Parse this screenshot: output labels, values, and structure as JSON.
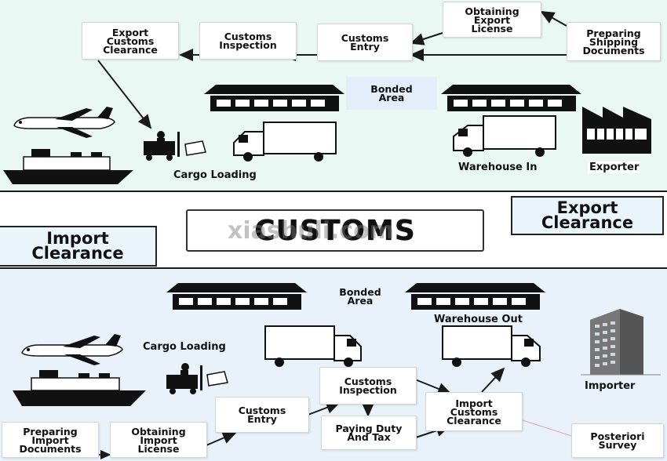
{
  "center_title": "CUSTOMS",
  "watermark": "xiashuli.com",
  "export_panel": {
    "line1": "Export",
    "line2": "Clearance"
  },
  "import_panel": {
    "line1": "Import",
    "line2": "Clearance"
  },
  "export_flow": {
    "obtaining_export_license": "Obtaining\nExport\nLicense",
    "preparing_shipping_documents": "Preparing\nShipping\nDocuments",
    "customs_entry": "Customs\nEntry",
    "customs_inspection": "Customs\nInspection",
    "export_customs_clearance": "Export\nCustoms\nClearance",
    "bonded_area": "Bonded\nArea",
    "cargo_loading": "Cargo Loading",
    "warehouse_in": "Warehouse In",
    "exporter": "Exporter"
  },
  "import_flow": {
    "bonded_area": "Bonded\nArea",
    "warehouse_out": "Warehouse Out",
    "cargo_loading": "Cargo Loading",
    "importer": "Importer",
    "customs_inspection": "Customs\nInspection",
    "customs_entry": "Customs\nEntry",
    "import_customs_clearance": "Import\nCustoms\nClearance",
    "paying_duty_and_tax": "Paying Duty\nAnd Tax",
    "preparing_import_documents": "Preparing\nImport\nDocuments",
    "obtaining_import_license": "Obtaining\nImport\nLicense",
    "posteriori_survey": "Posteriori\nSurvey"
  },
  "colors": {
    "export_zone": "#eaf8f3",
    "import_zone": "#e9f1fb",
    "ink": "#1a1a1a"
  }
}
